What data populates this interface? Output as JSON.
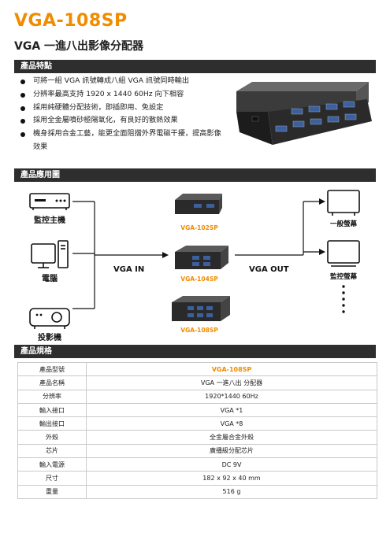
{
  "title": "VGA-108SP",
  "subtitle": "VGA 一進八出影像分配器",
  "sections": {
    "features": "產品特點",
    "application": "產品應用圖",
    "specs": "產品規格"
  },
  "features": [
    "可將一組 VGA 訊號轉成八組 VGA 訊號同時輸出",
    "分辨率最高支持 1920 x 1440 60Hz 向下相容",
    "採用純硬體分配技術，即插即用、免設定",
    "採用全金屬噴砂極陽氧化，有良好的散熱效果",
    "機身採用合金工藝，能更全面阻擋外界電磁干擾，提高影像效果"
  ],
  "application": {
    "sources": [
      "監控主機",
      "電腦",
      "投影機"
    ],
    "vga_in": "VGA IN",
    "vga_out": "VGA OUT",
    "models": [
      "VGA-102SP",
      "VGA-104SP",
      "VGA-108SP"
    ],
    "outputs": [
      "一般螢幕",
      "監控螢幕"
    ]
  },
  "specs": [
    {
      "k": "產品型號",
      "v": "VGA-108SP"
    },
    {
      "k": "產品名稱",
      "v": "VGA 一進八出 分配器"
    },
    {
      "k": "分辨率",
      "v": "1920*1440 60Hz"
    },
    {
      "k": "輸入接口",
      "v": "VGA *1"
    },
    {
      "k": "輸出接口",
      "v": "VGA *8"
    },
    {
      "k": "外殼",
      "v": "全金屬合金外殼"
    },
    {
      "k": "芯片",
      "v": "廣播級分配芯片"
    },
    {
      "k": "輸入電源",
      "v": "DC 9V"
    },
    {
      "k": "尺寸",
      "v": "182 x 92 x 40 mm"
    },
    {
      "k": "重量",
      "v": "516 g"
    }
  ],
  "colors": {
    "accent": "#f08c00",
    "section_bg": "#2e2e2e"
  }
}
